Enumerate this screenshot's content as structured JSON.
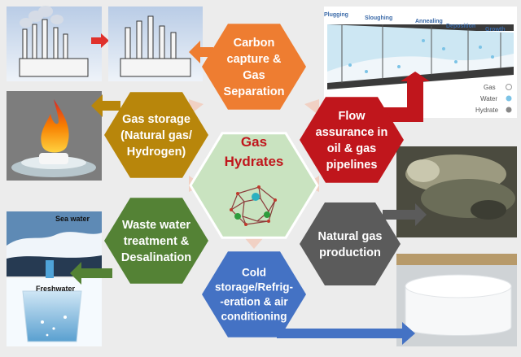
{
  "center": {
    "line1": "Gas",
    "line2": "Hydrates"
  },
  "nodes": {
    "carbon": {
      "lines": [
        "Carbon",
        "capture &",
        "Gas",
        "Separation"
      ],
      "color": "#ee7d31"
    },
    "flow": {
      "lines": [
        "Flow",
        "assurance in",
        "oil & gas",
        "pipelines"
      ],
      "color": "#c0161c"
    },
    "production": {
      "lines": [
        "Natural gas",
        "production"
      ],
      "color": "#5b5b5b"
    },
    "cold": {
      "lines": [
        "Cold",
        "storage/Refrig-",
        "-eration & air",
        "conditioning"
      ],
      "color": "#4472c4"
    },
    "waste": {
      "lines": [
        "Waste water",
        "treatment &",
        "Desalination"
      ],
      "color": "#548235"
    },
    "storage": {
      "lines": [
        "Gas storage",
        "(Natural gas/",
        "Hydrogen)"
      ],
      "color": "#b8860b"
    }
  },
  "colors": {
    "center_fill": "#c9e3c0",
    "center_text": "#c0161c",
    "background": "#ececec"
  },
  "pipeline": {
    "stages": [
      "Plugging",
      "Sloughing",
      "Annealing",
      "Deposition",
      "Growth"
    ],
    "legend": [
      "Gas",
      "Water",
      "Hydrate"
    ]
  },
  "photos": {
    "sea_label": "Sea water",
    "fresh_label": "Freshwater"
  },
  "icons": [
    "factory-smokestacks-icon",
    "burning-hydrate-flame-icon",
    "hydrate-core-sample-icon",
    "ice-block-icon",
    "water-glass-icon",
    "hydrate-cage-molecule-icon"
  ]
}
